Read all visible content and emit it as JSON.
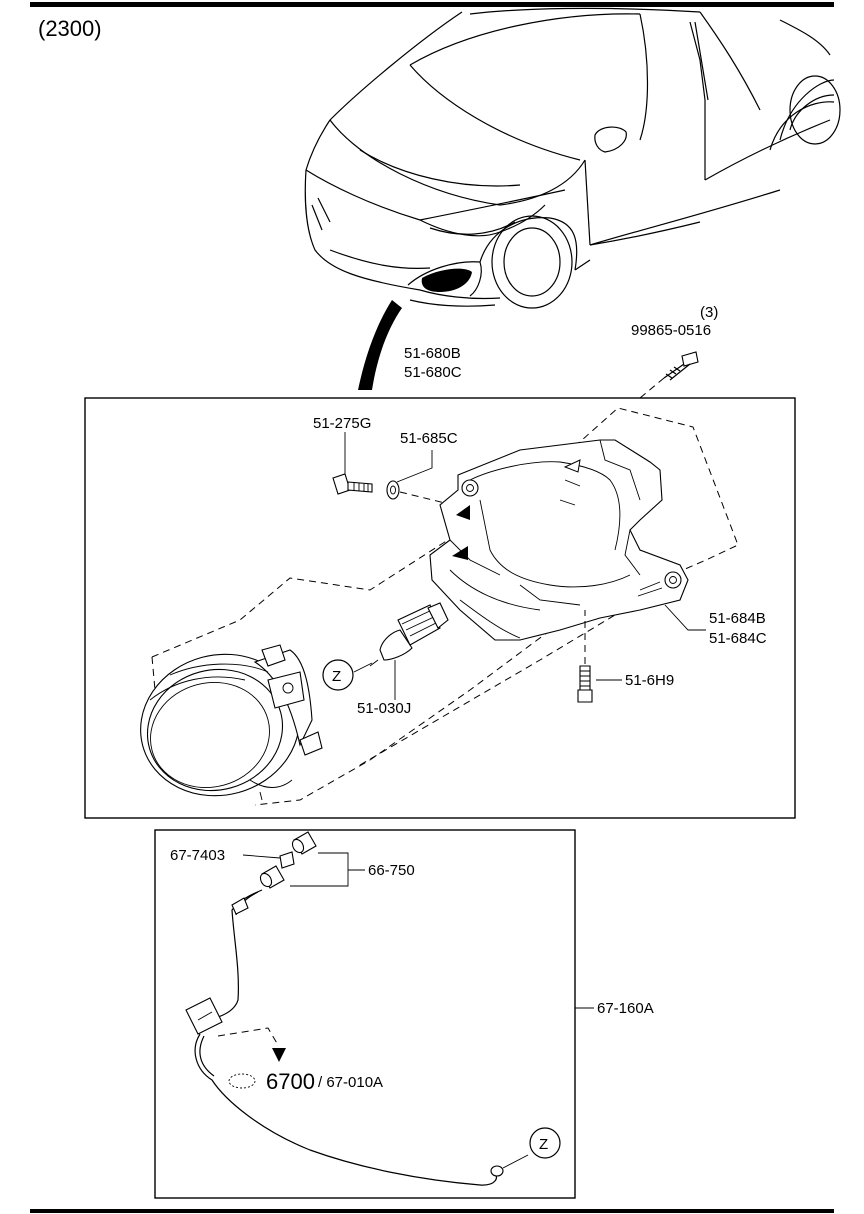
{
  "diagram": {
    "group_code": "(2300)",
    "labels": {
      "housing_b": "51-680B",
      "housing_c": "51-680C",
      "screw_qty": "(3)",
      "screw": "99865-0516",
      "bolt": "51-275G",
      "washer": "51-685C",
      "bracket_b": "51-684B",
      "bracket_c": "51-684C",
      "bulb_ref": "Z",
      "bulb": "51-030J",
      "bolt_lower": "51-6H9",
      "grommet": "67-7403",
      "connector": "66-750",
      "harness": "67-160A",
      "ref_main": "6700",
      "ref_sub": "/ 67-010A",
      "harness_ref": "Z"
    }
  }
}
